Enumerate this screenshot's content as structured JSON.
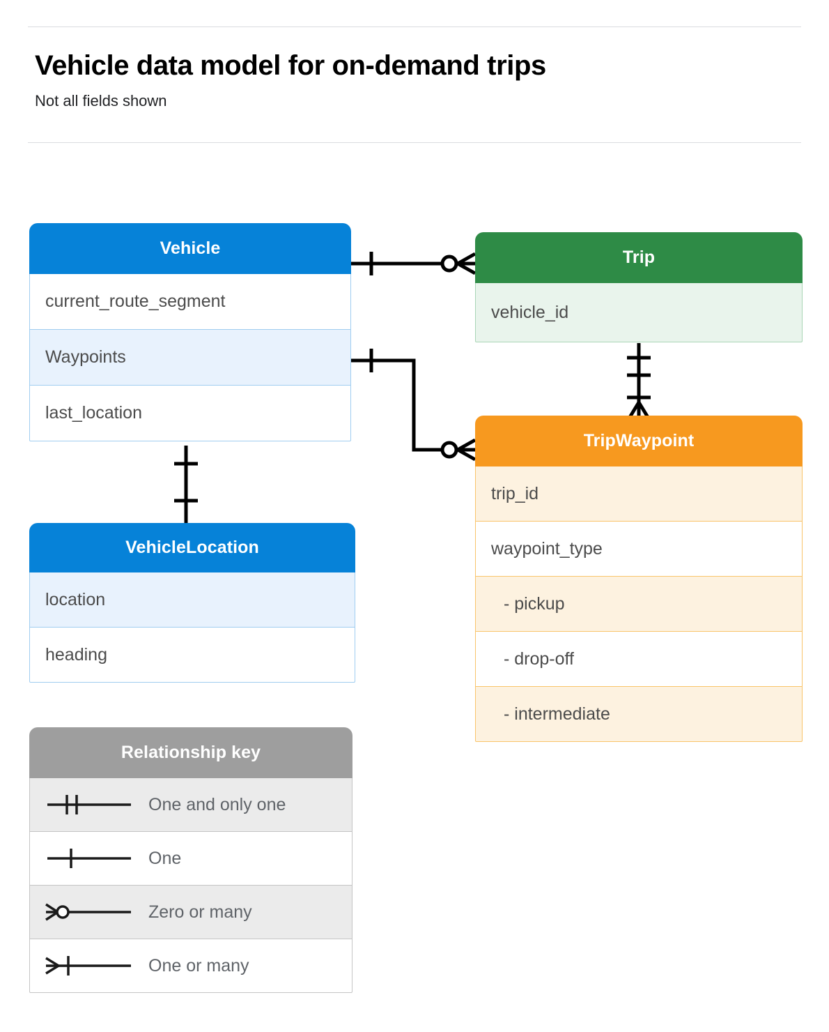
{
  "header": {
    "title": "Vehicle data model for on-demand trips",
    "subtitle": "Not all fields shown"
  },
  "colors": {
    "blue": "#0682d8",
    "blue_row": "#e8f2fd",
    "blue_border": "#9fcdf0",
    "green": "#2e8b46",
    "green_row": "#e9f4ec",
    "green_border": "#a9d5b5",
    "orange": "#f7991f",
    "orange_row": "#fdf2e0",
    "orange_border": "#f9c46a",
    "grey": "#9e9e9e",
    "grey_row": "#ebebeb",
    "text": "#4b4b4b",
    "label": "#5f6368",
    "line": "#000000",
    "rule": "#dadce0"
  },
  "entities": [
    {
      "id": "vehicle",
      "name": "Vehicle",
      "color": "blue",
      "fields": [
        {
          "label": "current_route_segment",
          "highlight": false
        },
        {
          "label": "Waypoints",
          "highlight": true
        },
        {
          "label": "last_location",
          "highlight": false
        }
      ]
    },
    {
      "id": "trip",
      "name": "Trip",
      "color": "green",
      "fields": [
        {
          "label": "vehicle_id",
          "highlight": true
        }
      ]
    },
    {
      "id": "tripwaypoint",
      "name": "TripWaypoint",
      "color": "orange",
      "fields": [
        {
          "label": "trip_id",
          "highlight": true
        },
        {
          "label": "waypoint_type",
          "highlight": false
        },
        {
          "label": "-  pickup",
          "highlight": true
        },
        {
          "label": "-  drop-off",
          "highlight": false
        },
        {
          "label": "-  intermediate",
          "highlight": true
        }
      ]
    },
    {
      "id": "vehiclelocation",
      "name": "VehicleLocation",
      "color": "blue",
      "fields": [
        {
          "label": "location",
          "highlight": true
        },
        {
          "label": "heading",
          "highlight": false
        }
      ]
    }
  ],
  "legend": {
    "title": "Relationship key",
    "rows": [
      {
        "symbol": "one-and-only-one",
        "label": "One and only one"
      },
      {
        "symbol": "one",
        "label": "One"
      },
      {
        "symbol": "zero-or-many",
        "label": "Zero or many"
      },
      {
        "symbol": "one-or-many",
        "label": "One or many"
      }
    ]
  },
  "relationships": [
    {
      "from": "Vehicle",
      "to": "Trip",
      "from_card": "one",
      "to_card": "zero-or-many"
    },
    {
      "from": "Vehicle.Waypoints",
      "to": "TripWaypoint",
      "from_card": "one",
      "to_card": "zero-or-many"
    },
    {
      "from": "Trip",
      "to": "TripWaypoint",
      "from_card": "one-and-only-one",
      "to_card": "one-or-many"
    },
    {
      "from": "Vehicle.last_location",
      "to": "VehicleLocation",
      "from_card": "one",
      "to_card": "one"
    }
  ]
}
